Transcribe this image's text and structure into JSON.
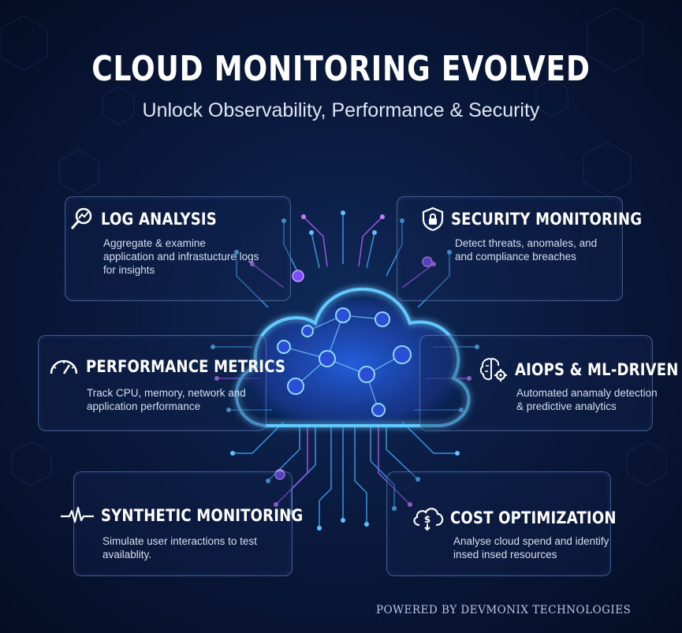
{
  "header": {
    "title": "CLOUD MONITORING EVOLVED",
    "subtitle": "Unlock Observability, Performance & Security"
  },
  "cards": [
    {
      "title": "LOG ANALYSIS",
      "icon": "magnifier-chart-icon",
      "desc": [
        "Aggregate & examine",
        "application and infrastucture logs",
        "for insights"
      ]
    },
    {
      "title": "SECURITY MONITORING",
      "icon": "shield-lock-icon",
      "desc": [
        "Detect threats, anomales, and",
        "and compliance breaches"
      ]
    },
    {
      "title": "PERFORMANCE METRICS",
      "icon": "speedometer-icon",
      "desc": [
        "Track CPU, memory, network and",
        "application performance"
      ]
    },
    {
      "title": "AIOPS & ML-DRIVEN",
      "icon": "brain-gear-icon",
      "desc": [
        "Automated anamaly detection",
        "& predictive analytics"
      ]
    },
    {
      "title": "SYNTHETIC MONITORING",
      "icon": "heartbeat-icon",
      "desc": [
        "Simulate user interactions to test",
        "availablity."
      ]
    },
    {
      "title": "COST OPTIMIZATION",
      "icon": "cloud-dollar-icon",
      "desc": [
        "Analyse cloud spend and identify",
        "insed insed resources"
      ]
    }
  ],
  "footer": {
    "text": "POWERED BY DEVMONIX TECHNOLOGIES"
  },
  "colors": {
    "accent_blue": "#3fa9ff",
    "accent_purple": "#b45cff",
    "background": "#0a1a3e"
  }
}
